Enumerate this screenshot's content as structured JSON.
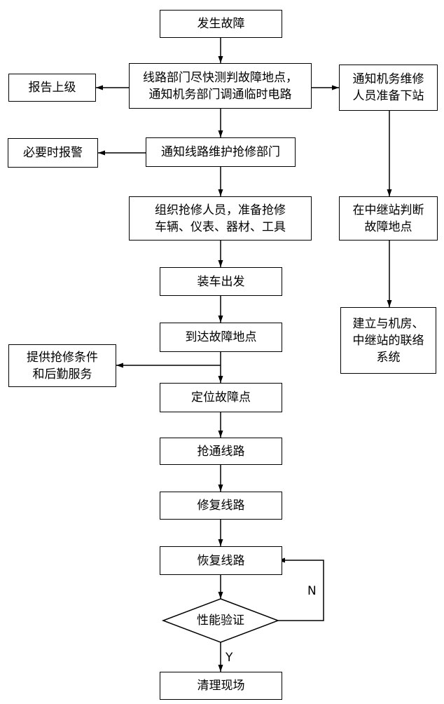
{
  "flowchart": {
    "nodes": {
      "fault": "发生故障",
      "line_dept": "线路部门尽快测判故障地点，\n通知机务部门调通临时电路",
      "report": "报告上级",
      "notify_maint": "通知机务维修\n人员准备下站",
      "notify_repair": "通知线路维护抢修部门",
      "alarm": "必要时报警",
      "organize": "组织抢修人员，准备抢修\n车辆、仪表、器材、工具",
      "relay_judge": "在中继站判断\n故障地点",
      "depart": "装车出发",
      "arrive": "到达故障地点",
      "link": "建立与机房、\n中继站的联络\n系统",
      "support": "提供抢修条件\n和后勤服务",
      "locate": "定位故障点",
      "emergency": "抢通线路",
      "repair": "修复线路",
      "restore": "恢复线路",
      "verify": "性能验证",
      "cleanup": "清理现场"
    },
    "labels": {
      "no": "N",
      "yes": "Y"
    }
  }
}
